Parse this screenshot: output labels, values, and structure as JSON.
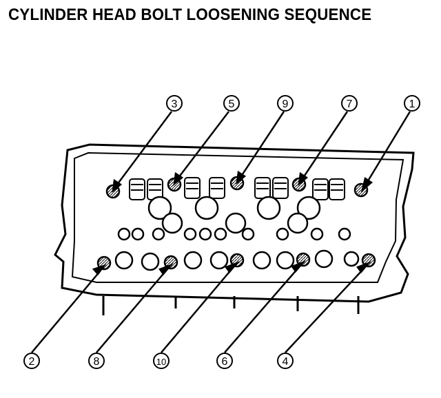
{
  "title": "CYLINDER HEAD BOLT LOOSENING SEQUENCE",
  "callouts": {
    "c1": "1",
    "c2": "2",
    "c3": "3",
    "c4": "4",
    "c5": "5",
    "c6": "6",
    "c7": "7",
    "c8": "8",
    "c9": "9",
    "c10": "10"
  },
  "colors": {
    "ink": "#000000",
    "paper": "#ffffff"
  }
}
